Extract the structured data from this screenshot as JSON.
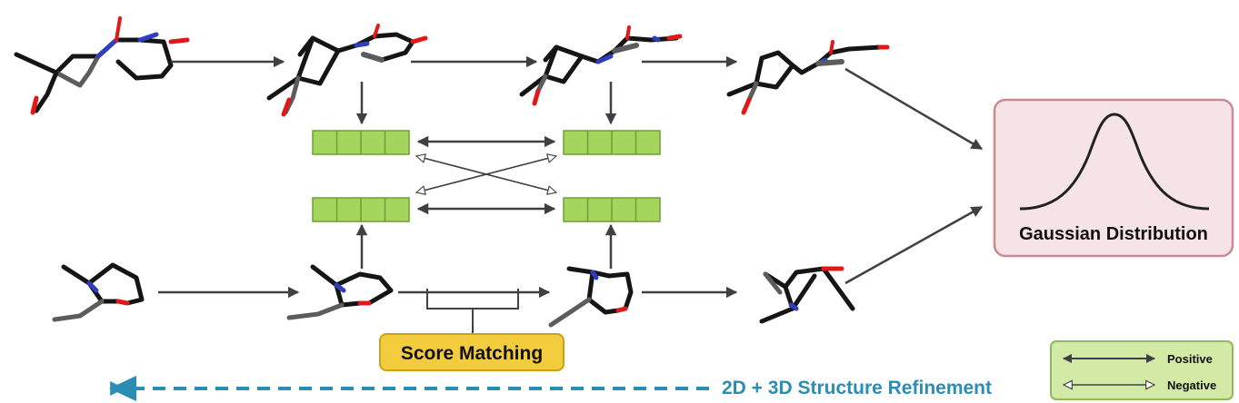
{
  "score_matching_label": "Score Matching",
  "gaussian_label": "Gaussian Distribution",
  "refinement_label": "2D + 3D Structure Refinement",
  "legend": {
    "positive_label": "Positive",
    "negative_label": "Negative"
  },
  "colors": {
    "arrow": "#404040",
    "embedding_fill": "#a4d65e",
    "embedding_stroke": "#6f9e33",
    "score_fill": "#f2cc3d",
    "score_stroke": "#c9a218",
    "gauss_fill": "#f5e3e6",
    "gauss_stroke": "#c98a94",
    "legend_fill": "#d3e9a6",
    "legend_stroke": "#8fb85b",
    "refine_blue": "#2a8db3",
    "bond_dark": "#151515",
    "bond_grey": "#5c5c5c",
    "nitrogen": "#2f3dbf",
    "oxygen": "#e01818"
  },
  "icons": [
    "gaussian-curve-icon",
    "positive-arrow-icon",
    "negative-arrow-icon",
    "molecule-icon"
  ]
}
